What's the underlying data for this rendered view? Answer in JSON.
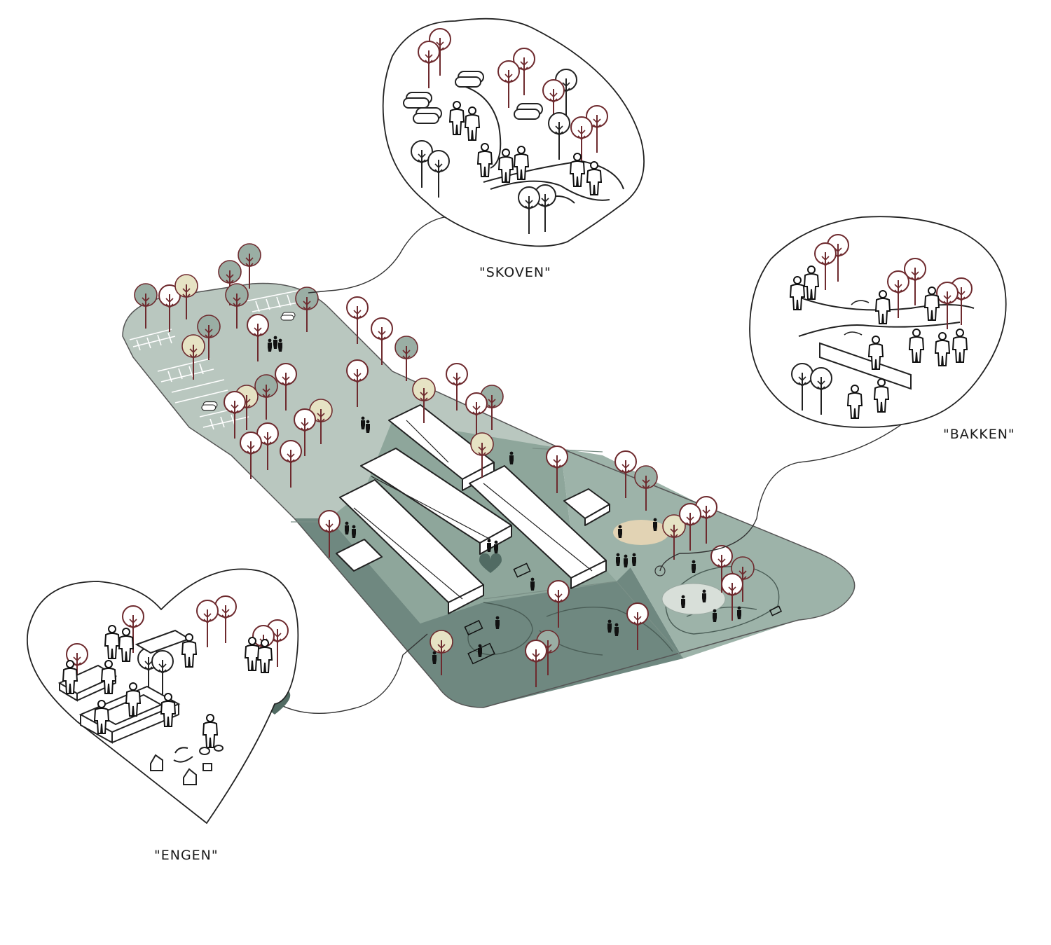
{
  "labels": {
    "skoven": "\"SKOVEN\"",
    "bakken": "\"BAKKEN\"",
    "engen": "\"ENGEN\""
  },
  "colors": {
    "site_light": "#b9c7bf",
    "site_parking": "#a8b8ae",
    "site_mid": "#8ea69b",
    "site_dark": "#6f8880",
    "site_sage": "#9db3a9",
    "outline": "#222222",
    "tree_brown": "#6e2a2e",
    "tree_green": "#9aaea4",
    "tree_cream": "#e6e3c4",
    "sand": "#e2d3b4",
    "node": "#9db3a9",
    "heart_marker": "#516b63",
    "roof": "#ffffff"
  },
  "icons": [
    "tree-icon",
    "person-icon",
    "car-icon",
    "heart-icon",
    "slide-icon",
    "sandbox-icon"
  ]
}
